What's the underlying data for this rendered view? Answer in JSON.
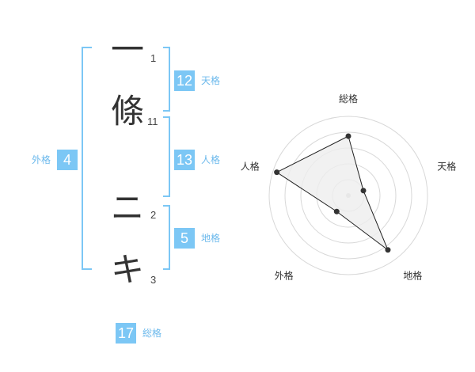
{
  "name": {
    "chars": [
      {
        "char": "一",
        "strokes": "1"
      },
      {
        "char": "條",
        "strokes": "11"
      },
      {
        "char": "ニ",
        "strokes": "2"
      },
      {
        "char": "キ",
        "strokes": "3"
      }
    ]
  },
  "grades": {
    "tenkaku": {
      "label": "天格",
      "value": "12"
    },
    "jinkaku": {
      "label": "人格",
      "value": "13"
    },
    "chikaku": {
      "label": "地格",
      "value": "5"
    },
    "gaikaku": {
      "label": "外格",
      "value": "4"
    },
    "soukaku": {
      "label": "総格",
      "value": "17"
    }
  },
  "colors": {
    "accent": "#7cc7f5",
    "bracket": "#7cc7f5",
    "label": "#6cb9ec",
    "text": "#333333",
    "radar_fill": "#eeeeee",
    "radar_grid": "#d8d8d8"
  },
  "chart_data": {
    "type": "radar",
    "axes": [
      "総格",
      "天格",
      "地格",
      "外格",
      "人格"
    ],
    "values": [
      0.75,
      0.2,
      0.85,
      0.25,
      0.95
    ],
    "max": 1.0,
    "rings": 5
  }
}
